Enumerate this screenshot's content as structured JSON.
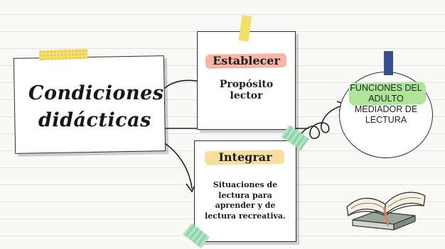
{
  "main_card": {
    "title_line1": "Condiciones",
    "title_line2": "didácticas"
  },
  "card_establecer": {
    "heading": "Establecer",
    "body_line1": "Propósito",
    "body_line2": "lector"
  },
  "card_integrar": {
    "heading": "Integrar",
    "body_lines": [
      "Situaciones de",
      "lectura para",
      "aprender y de",
      "lectura recreativa."
    ]
  },
  "circle_node": {
    "line1": "FUNCIONES DEL",
    "line2": "ADULTO",
    "line3": "MEDIADOR DE",
    "line4": "LECTURA"
  },
  "colors": {
    "tape_yellow": "#f3df6e",
    "tape_green": "#8fd6a8",
    "tape_blue": "#3b4f8f",
    "highlight_pink": "#f7b5a6",
    "highlight_yellow": "#f8dfa0",
    "highlight_green": "#aee59a"
  }
}
